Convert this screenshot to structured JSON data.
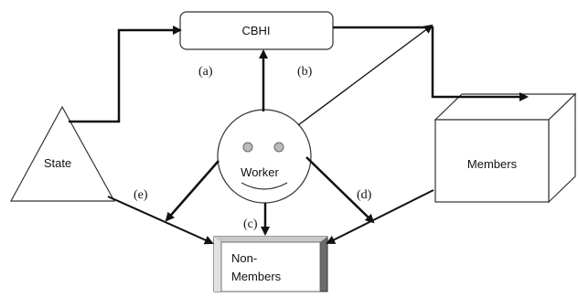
{
  "nodes": {
    "cbhi": "CBHI",
    "state": "State",
    "worker": "Worker",
    "members": "Members",
    "non_members_line1": "Non-",
    "non_members_line2": "Members"
  },
  "edge_labels": {
    "a": "(a)",
    "b": "(b)",
    "c": "(c)",
    "d": "(d)",
    "e": "(e)"
  }
}
